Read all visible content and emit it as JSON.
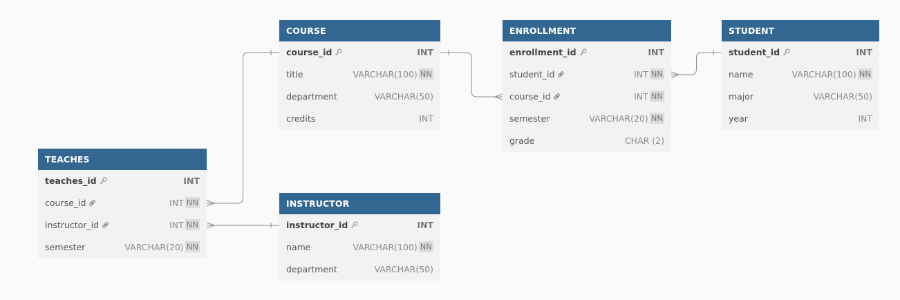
{
  "colors": {
    "header": "#336791",
    "body": "#f2f2f2",
    "canvas": "#fafafa",
    "line": "#8c8c8c"
  },
  "tables": {
    "course": {
      "title": "COURSE",
      "columns": [
        {
          "name": "course_id",
          "type": "INT",
          "pk": true,
          "fk": false,
          "nn": false
        },
        {
          "name": "title",
          "type": "VARCHAR(100)",
          "pk": false,
          "fk": false,
          "nn": true
        },
        {
          "name": "department",
          "type": "VARCHAR(50)",
          "pk": false,
          "fk": false,
          "nn": false
        },
        {
          "name": "credits",
          "type": "INT",
          "pk": false,
          "fk": false,
          "nn": false
        }
      ]
    },
    "enrollment": {
      "title": "ENROLLMENT",
      "columns": [
        {
          "name": "enrollment_id",
          "type": "INT",
          "pk": true,
          "fk": false,
          "nn": false
        },
        {
          "name": "student_id",
          "type": "INT",
          "pk": false,
          "fk": true,
          "nn": true
        },
        {
          "name": "course_id",
          "type": "INT",
          "pk": false,
          "fk": true,
          "nn": true
        },
        {
          "name": "semester",
          "type": "VARCHAR(20)",
          "pk": false,
          "fk": false,
          "nn": true
        },
        {
          "name": "grade",
          "type": "CHAR (2)",
          "pk": false,
          "fk": false,
          "nn": false
        }
      ]
    },
    "student": {
      "title": "STUDENT",
      "columns": [
        {
          "name": "student_id",
          "type": "INT",
          "pk": true,
          "fk": false,
          "nn": false
        },
        {
          "name": "name",
          "type": "VARCHAR(100)",
          "pk": false,
          "fk": false,
          "nn": true
        },
        {
          "name": "major",
          "type": "VARCHAR(50)",
          "pk": false,
          "fk": false,
          "nn": false
        },
        {
          "name": "year",
          "type": "INT",
          "pk": false,
          "fk": false,
          "nn": false
        }
      ]
    },
    "teaches": {
      "title": "TEACHES",
      "columns": [
        {
          "name": "teaches_id",
          "type": "INT",
          "pk": true,
          "fk": false,
          "nn": false
        },
        {
          "name": "course_id",
          "type": "INT",
          "pk": false,
          "fk": true,
          "nn": true
        },
        {
          "name": "instructor_id",
          "type": "INT",
          "pk": false,
          "fk": true,
          "nn": true
        },
        {
          "name": "semester",
          "type": "VARCHAR(20)",
          "pk": false,
          "fk": false,
          "nn": true
        }
      ]
    },
    "instructor": {
      "title": "INSTRUCTOR",
      "columns": [
        {
          "name": "instructor_id",
          "type": "INT",
          "pk": true,
          "fk": false,
          "nn": false
        },
        {
          "name": "name",
          "type": "VARCHAR(100)",
          "pk": false,
          "fk": false,
          "nn": true
        },
        {
          "name": "department",
          "type": "VARCHAR(50)",
          "pk": false,
          "fk": false,
          "nn": false
        }
      ]
    }
  },
  "nn_label": "NN",
  "relationships": [
    {
      "from": "enrollment.course_id",
      "to": "course.course_id",
      "cardinality": "many-to-one"
    },
    {
      "from": "enrollment.student_id",
      "to": "student.student_id",
      "cardinality": "many-to-one"
    },
    {
      "from": "teaches.course_id",
      "to": "course.course_id",
      "cardinality": "many-to-one"
    },
    {
      "from": "teaches.instructor_id",
      "to": "instructor.instructor_id",
      "cardinality": "many-to-one"
    }
  ]
}
